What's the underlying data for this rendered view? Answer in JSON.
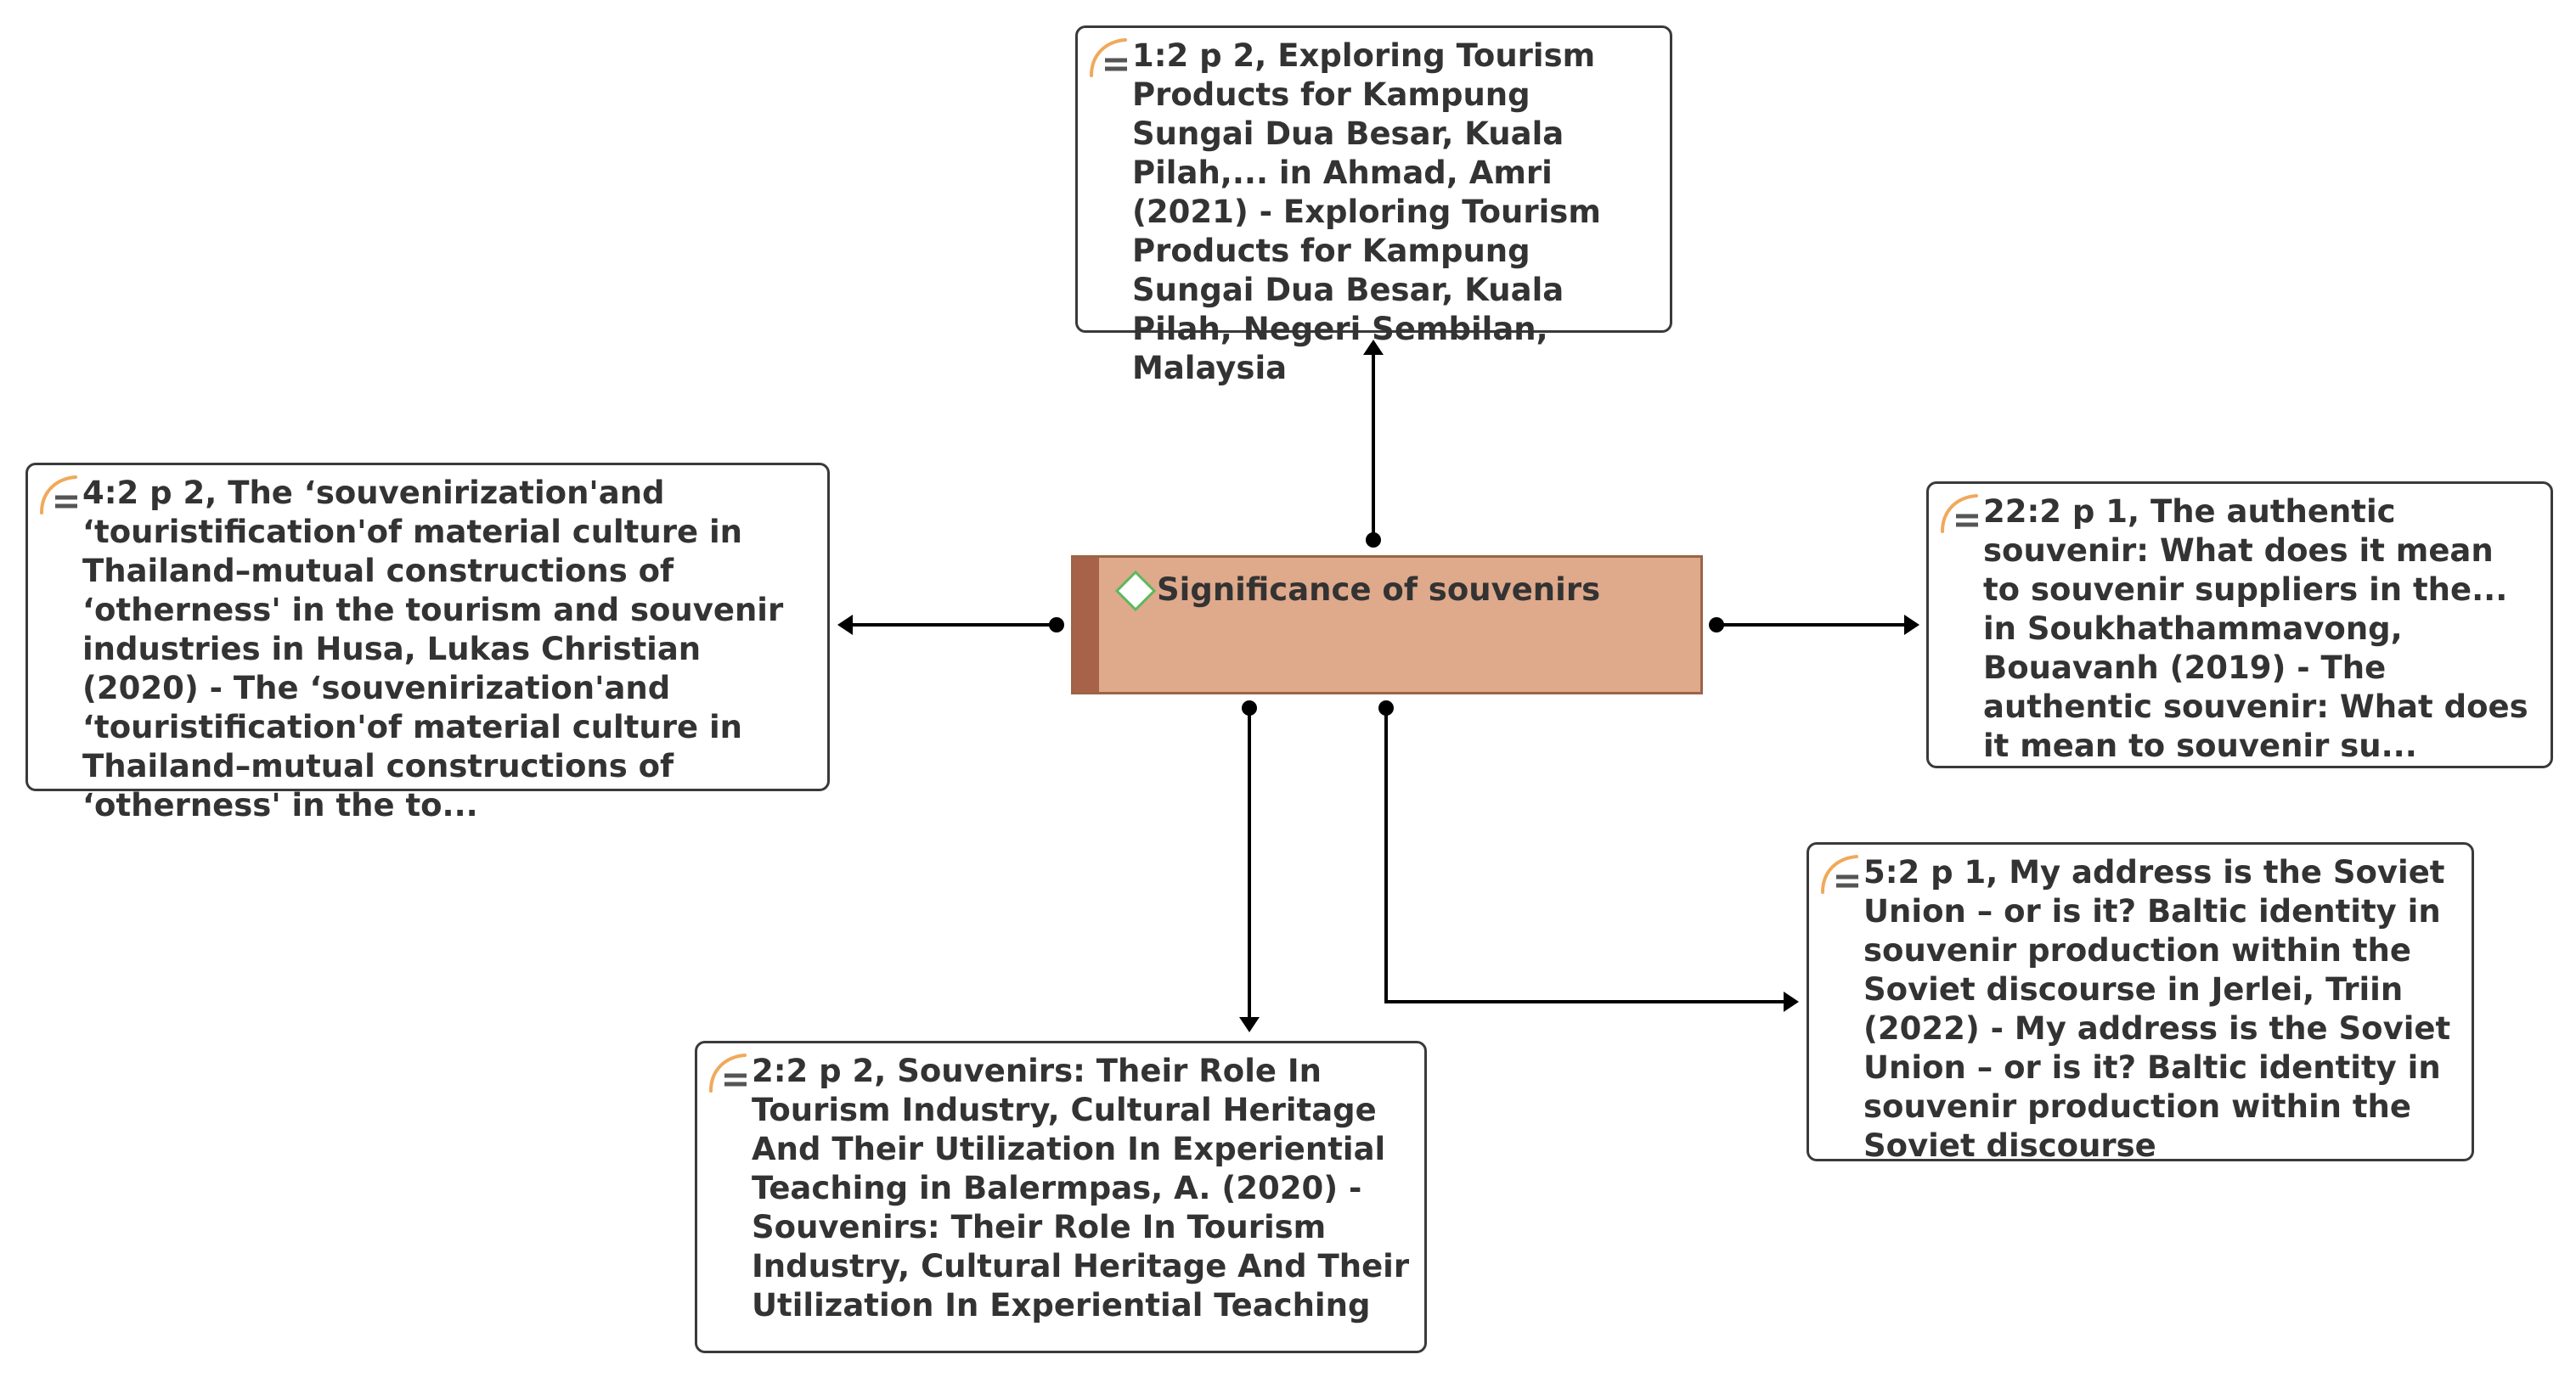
{
  "diagram": {
    "central_code": {
      "label": "Significance of souvenirs"
    },
    "quotations": [
      {
        "id": "q1",
        "text": "1:2 p 2, Exploring Tourism Products for Kampung Sungai Dua Besar, Kuala Pilah,... in Ahmad, Amri (2021) - Exploring Tourism Products for Kampung Sungai Dua Besar, Kuala Pilah, Negeri Sembilan, Malaysia"
      },
      {
        "id": "q4",
        "text": "4:2 p 2, The ‘souvenirization'and ‘touristification'of material culture in Thailand–mutual constructions of ‘otherness' in the tourism and souvenir industries in Husa, Lukas Christian (2020) - The ‘souvenirization'and ‘touristification'of material culture in Thailand–mutual constructions of ‘otherness' in the to..."
      },
      {
        "id": "q22",
        "text": "22:2 p 1, The authentic souvenir: What does it mean to souvenir suppliers in the... in Soukhathammavong, Bouavanh (2019) - The authentic souvenir: What does it mean to souvenir su..."
      },
      {
        "id": "q5",
        "text": "5:2 p 1, My address is the Soviet Union – or is it? Baltic identity in souvenir production within the Soviet discourse in Jerlei, Triin (2022) - My address is the Soviet Union – or is it? Baltic identity in souvenir production within the Soviet discourse"
      },
      {
        "id": "q2",
        "text": "2:2 p 2, Souvenirs: Their Role In Tourism Industry, Cultural Heritage And Their Utilization In Experiential Teaching in Balermpas, A. (2020) - Souvenirs: Their Role In Tourism Industry, Cultural Heritage And Their Utilization In Experiential Teaching"
      }
    ]
  },
  "colors": {
    "code_fill": "#dfa98b",
    "code_border": "#9b6448",
    "code_strip": "#a8624a",
    "code_icon": "#5cb85c",
    "quote_border": "#3a3a3a",
    "quote_icon_arc": "#f0a95b",
    "quote_icon_lines": "#555555",
    "link": "#000000",
    "text": "#333333"
  },
  "icons": {
    "quotation": "quotation-icon",
    "code": "code-diamond-icon"
  }
}
